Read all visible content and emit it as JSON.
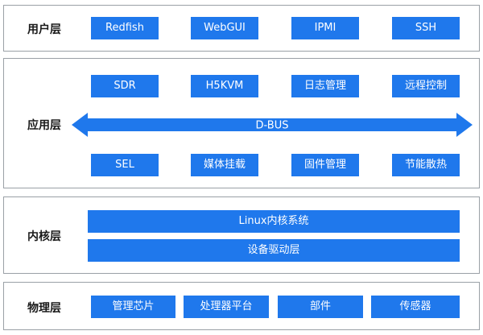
{
  "layers": {
    "user": {
      "label": "用户层",
      "items": [
        "Redfish",
        "WebGUI",
        "IPMI",
        "SSH"
      ]
    },
    "app": {
      "label": "应用层",
      "top_items": [
        "SDR",
        "H5KVM",
        "日志管理",
        "远程控制"
      ],
      "bus_label": "D-BUS",
      "bottom_items": [
        "SEL",
        "媒体挂载",
        "固件管理",
        "节能散热"
      ]
    },
    "kernel": {
      "label": "内核层",
      "items": [
        "Linux内核系统",
        "设备驱动层"
      ]
    },
    "physical": {
      "label": "物理层",
      "items": [
        "管理芯片",
        "处理器平台",
        "部件",
        "传感器"
      ]
    }
  },
  "colors": {
    "box_fill": "#1f78ec",
    "box_text": "#ffffff",
    "layer_border": "#9aa0a6",
    "label_text": "#1a1a1a"
  }
}
